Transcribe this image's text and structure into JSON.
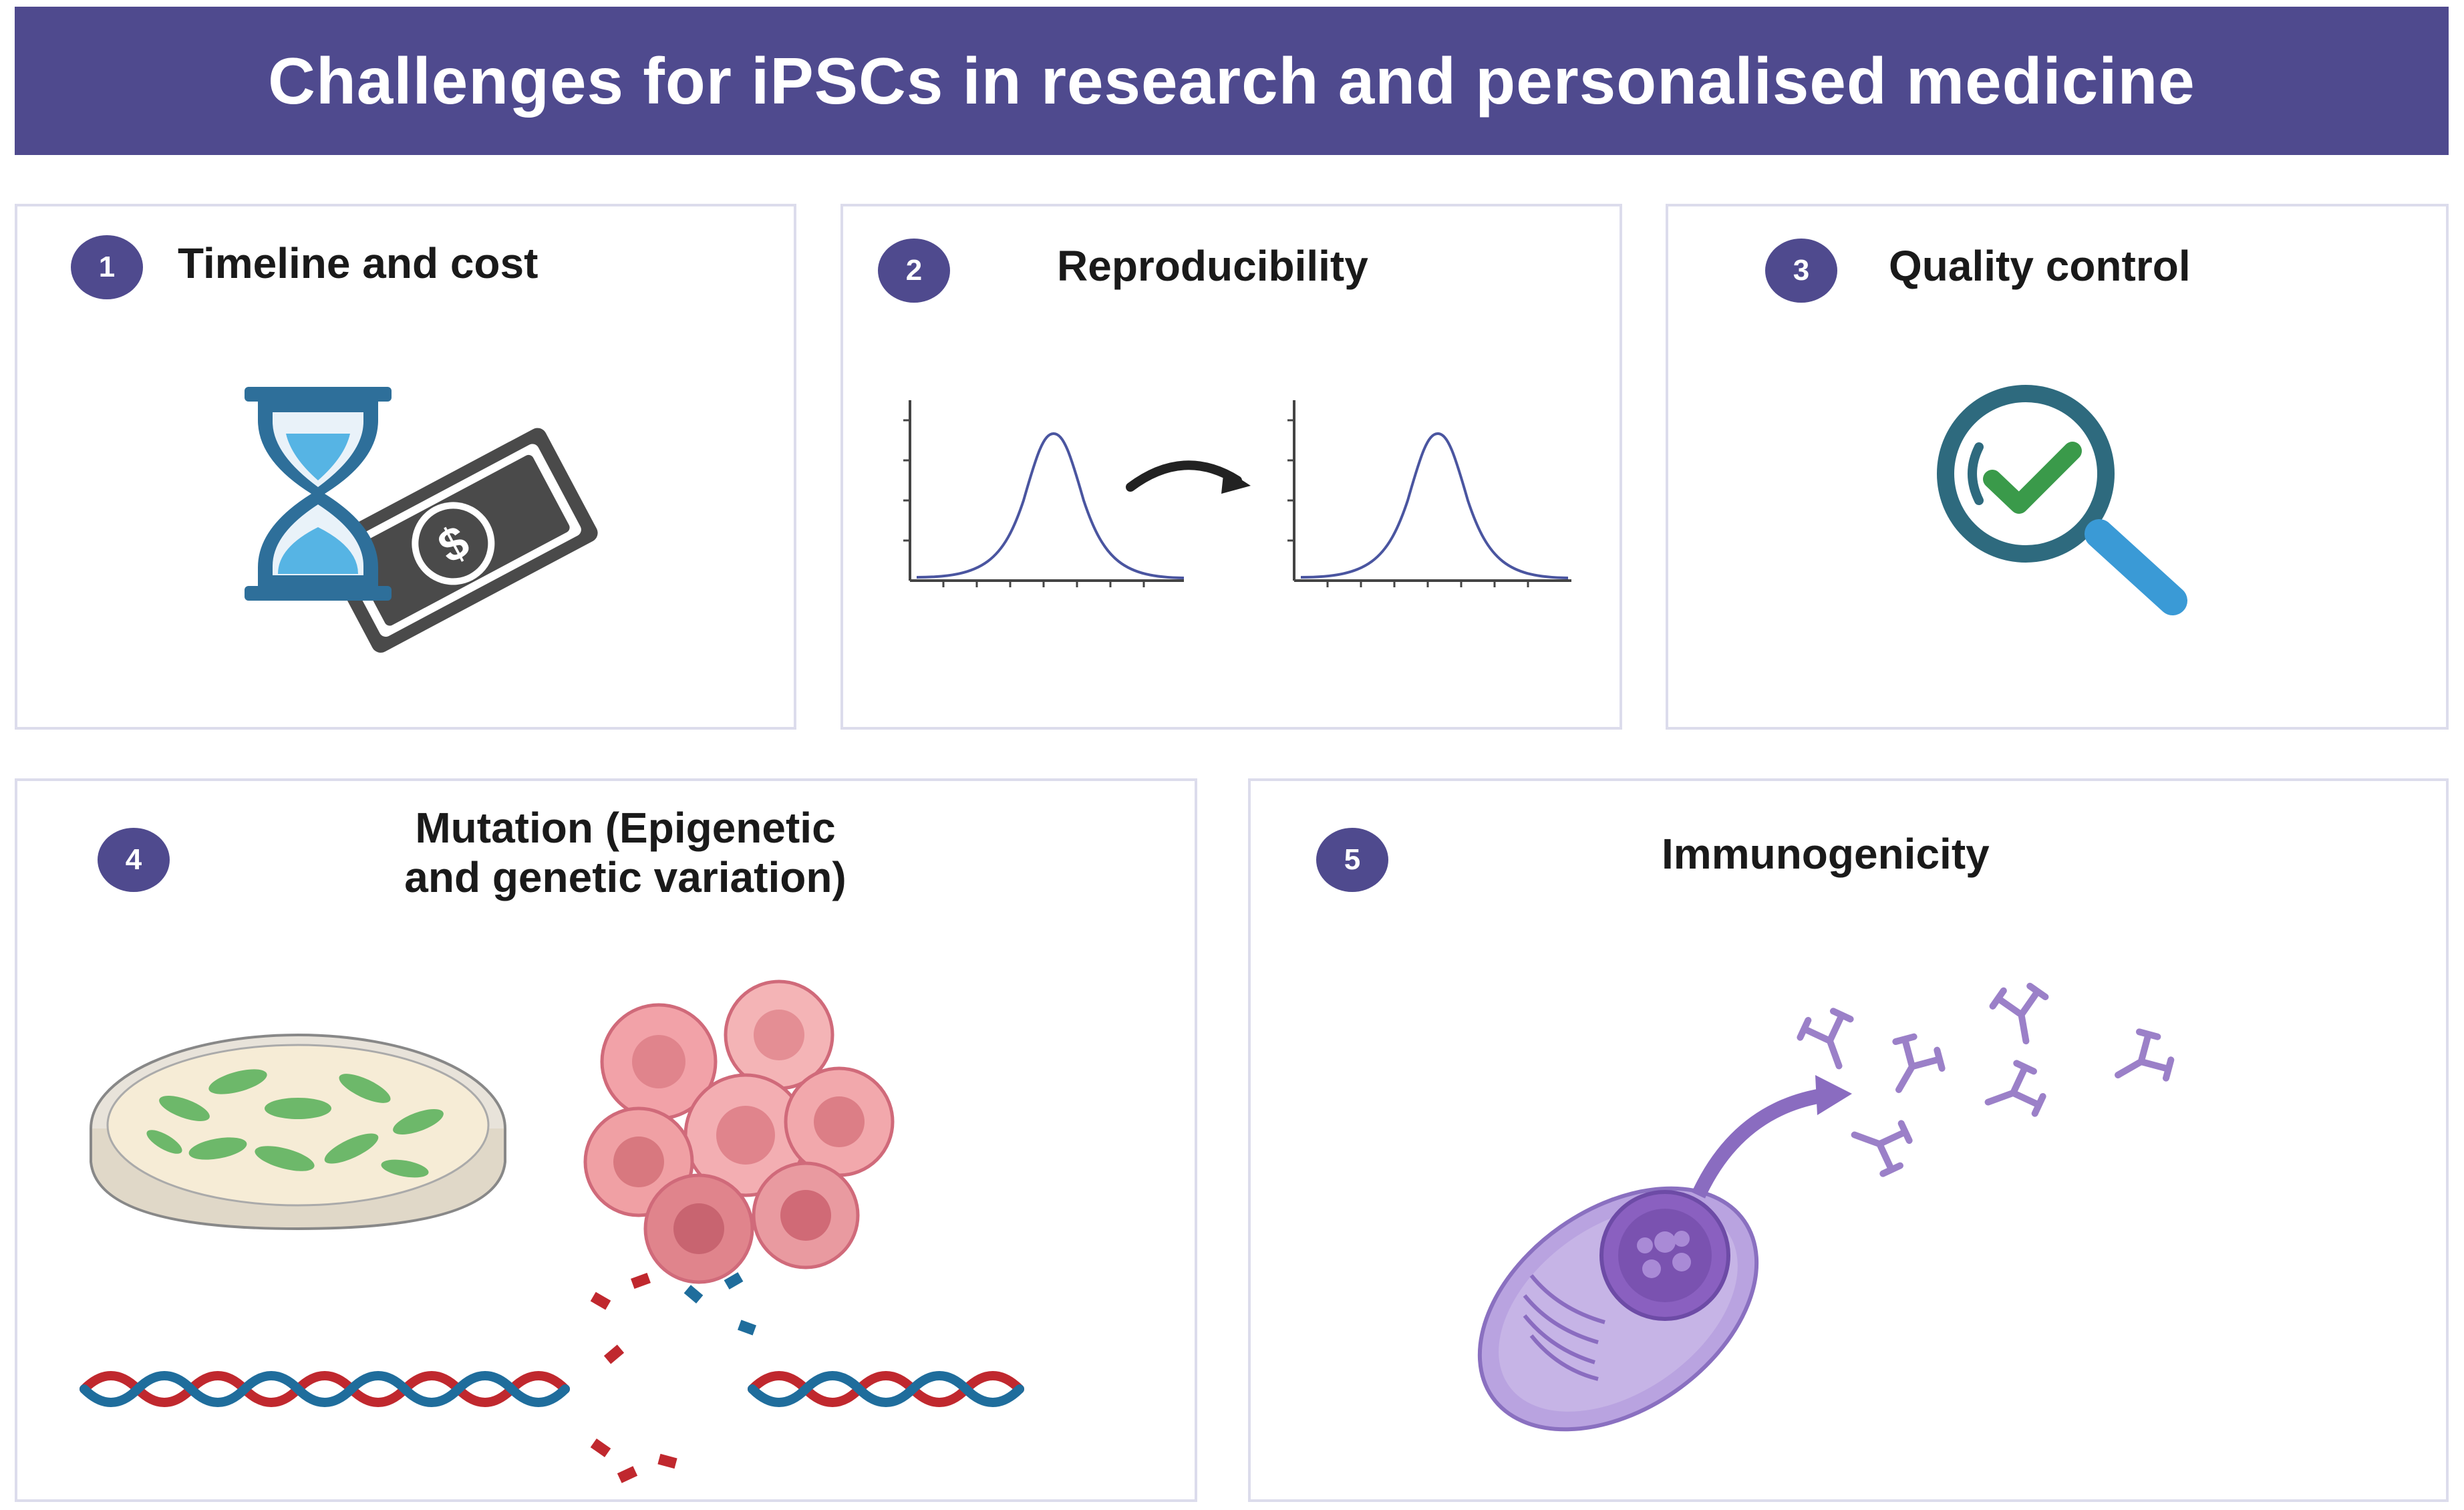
{
  "title": "Challenges for iPSCs in research and personalised medicine",
  "colors": {
    "header_bg": "#4f4a8e",
    "badge_bg": "#4f4a8e",
    "panel_border": "#dcdcec",
    "icon_blue": "#2e6f9a",
    "icon_grey": "#4a4a4a",
    "check_green": "#3a9a4a",
    "dna_red": "#c0282e",
    "dna_blue": "#1f6d9c",
    "immune_purple": "#9b80c8"
  },
  "panels": [
    {
      "number": "1",
      "label": "Timeline and cost",
      "icon": "hourglass-money-icon"
    },
    {
      "number": "2",
      "label": "Reproducibility",
      "icon": "distribution-curves-icon"
    },
    {
      "number": "3",
      "label": "Quality control",
      "icon": "magnifier-check-icon"
    },
    {
      "number": "4",
      "label_line1": "Mutation (Epigenetic",
      "label_line2": "and genetic variation)",
      "icon": "petri-dish-cells-dna-icon"
    },
    {
      "number": "5",
      "label": "Immunogenicity",
      "icon": "cell-antibodies-icon"
    }
  ]
}
